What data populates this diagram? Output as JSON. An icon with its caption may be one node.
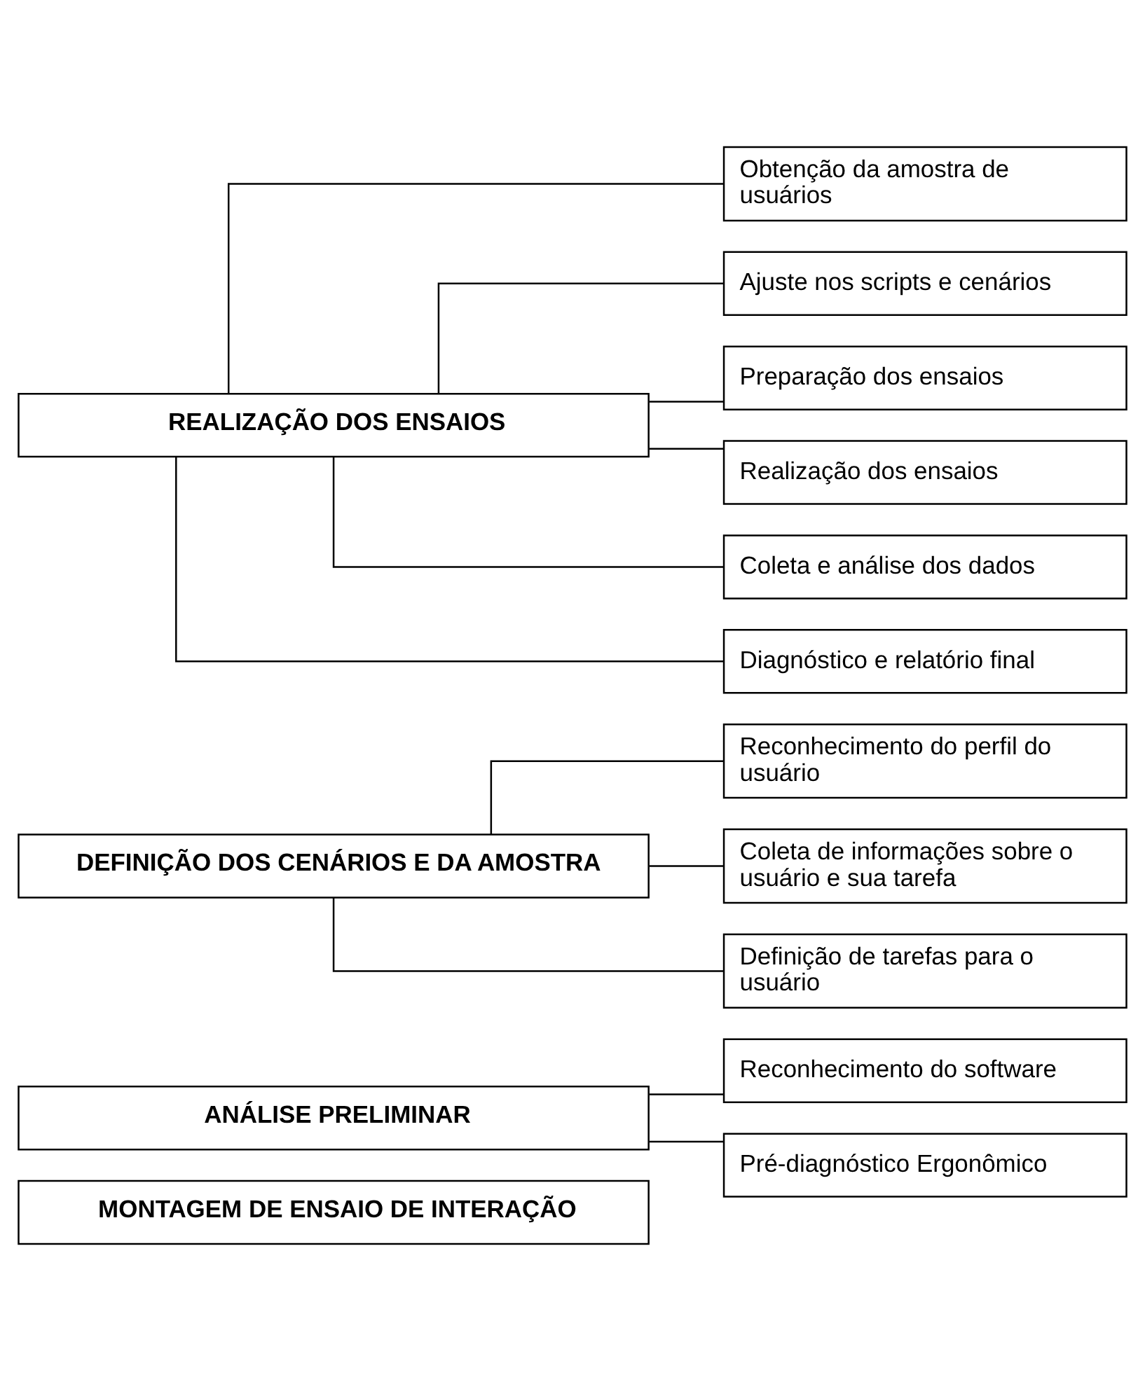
{
  "diagram": {
    "nodes": [
      {
        "text": [
          "MONTAGEM DE ENSAIO DE INTERAÇÃO"
        ]
      },
      {
        "text": [
          "ANÁLISE PRELIMINAR"
        ]
      },
      {
        "text": [
          "Reconhecimento do software"
        ]
      },
      {
        "text": [
          "Pré-diagnóstico Ergonômico"
        ]
      },
      {
        "text": [
          "DEFINIÇÃO DOS CENÁRIOS E DA AMOSTRA"
        ]
      },
      {
        "text": [
          "Reconhecimento do perfil do usuário"
        ]
      },
      {
        "text": [
          "Coleta de informações sobre o usuário e sua tarefa"
        ]
      },
      {
        "text": [
          "Definição de tarefas para o usuário"
        ]
      },
      {
        "text": [
          "REALIZAÇÃO DOS ENSAIOS"
        ]
      },
      {
        "text": [
          "Obtenção da amostra de usuários"
        ]
      },
      {
        "text": [
          "Ajuste nos scripts e cenários"
        ]
      },
      {
        "text": [
          "Preparação dos ensaios"
        ]
      },
      {
        "text": [
          "Realização dos ensaios"
        ]
      },
      {
        "text": [
          "Coleta e análise dos dados"
        ]
      },
      {
        "text": [
          "Diagnóstico e relatório final"
        ]
      }
    ],
    "edges": [
      {
        "from": 1,
        "to": 2,
        "arrow": "none"
      },
      {
        "from": 1,
        "to": 3,
        "arrow": "none"
      },
      {
        "from": 4,
        "to": 5,
        "arrow": "none"
      },
      {
        "from": 4,
        "to": 6,
        "arrow": "none"
      },
      {
        "from": 4,
        "to": 7,
        "arrow": "none"
      },
      {
        "from": 8,
        "to": 9,
        "arrow": "none"
      },
      {
        "from": 8,
        "to": 10,
        "arrow": "none"
      },
      {
        "from": 8,
        "to": 11,
        "arrow": "none"
      },
      {
        "from": 8,
        "to": 12,
        "arrow": "none"
      },
      {
        "from": 8,
        "to": 13,
        "arrow": "none"
      },
      {
        "from": 8,
        "to": 14,
        "arrow": "none"
      }
    ]
  }
}
